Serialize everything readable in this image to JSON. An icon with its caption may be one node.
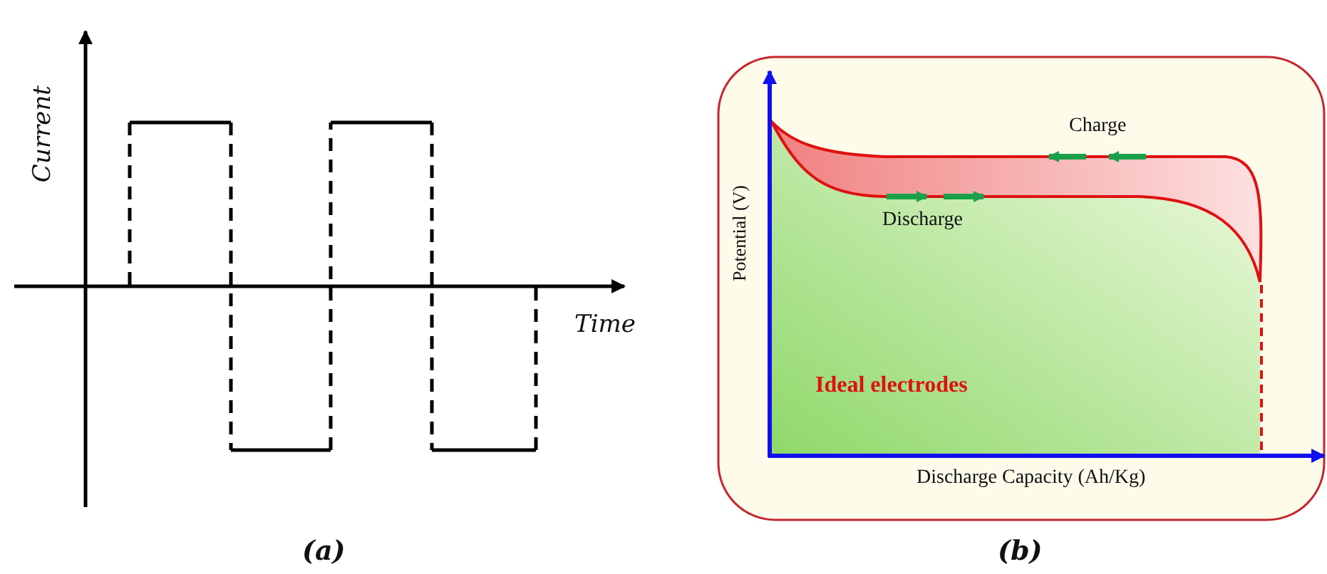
{
  "diagram": {
    "labels": [
      "Current",
      "Time",
      "(a)",
      "Charge",
      "Discharge",
      "Potential (V)",
      "Ideal electrodes",
      "Discharge Capacity (Ah/Kg)",
      "(b)"
    ]
  }
}
